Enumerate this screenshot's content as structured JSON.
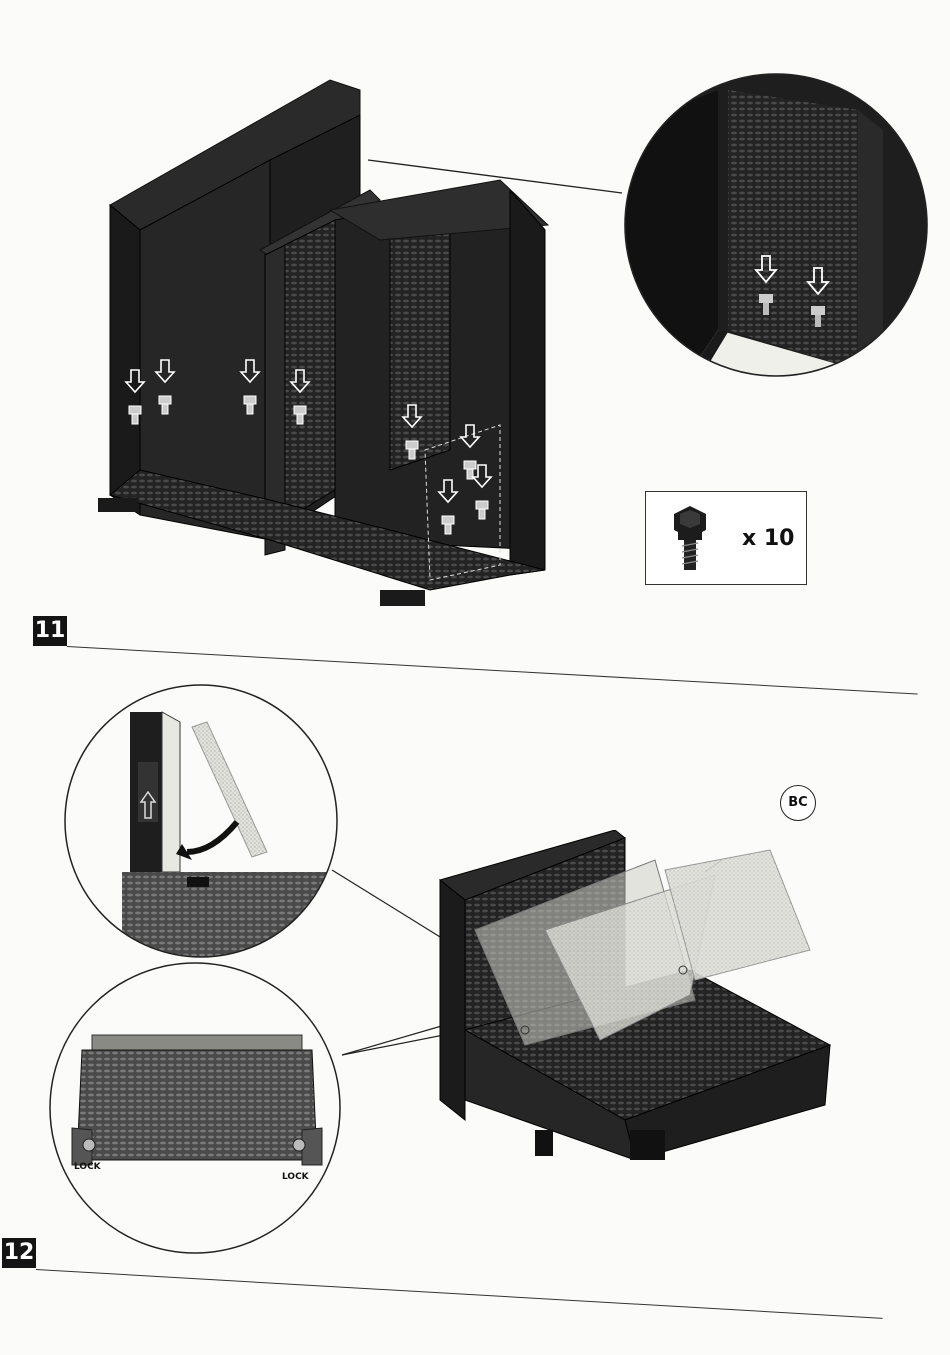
{
  "step_11": {
    "number": "11",
    "hardware_quantity": "x 10"
  },
  "step_12": {
    "number": "12",
    "part_label": "BC",
    "lock_left": "LOCK",
    "lock_right": "LOCK"
  },
  "colors": {
    "wicker_dark": "#1e1e1e",
    "wicker_mid": "#3a3a3a",
    "panel_light": "#d8d8d2",
    "paper": "#fbfbf9"
  }
}
